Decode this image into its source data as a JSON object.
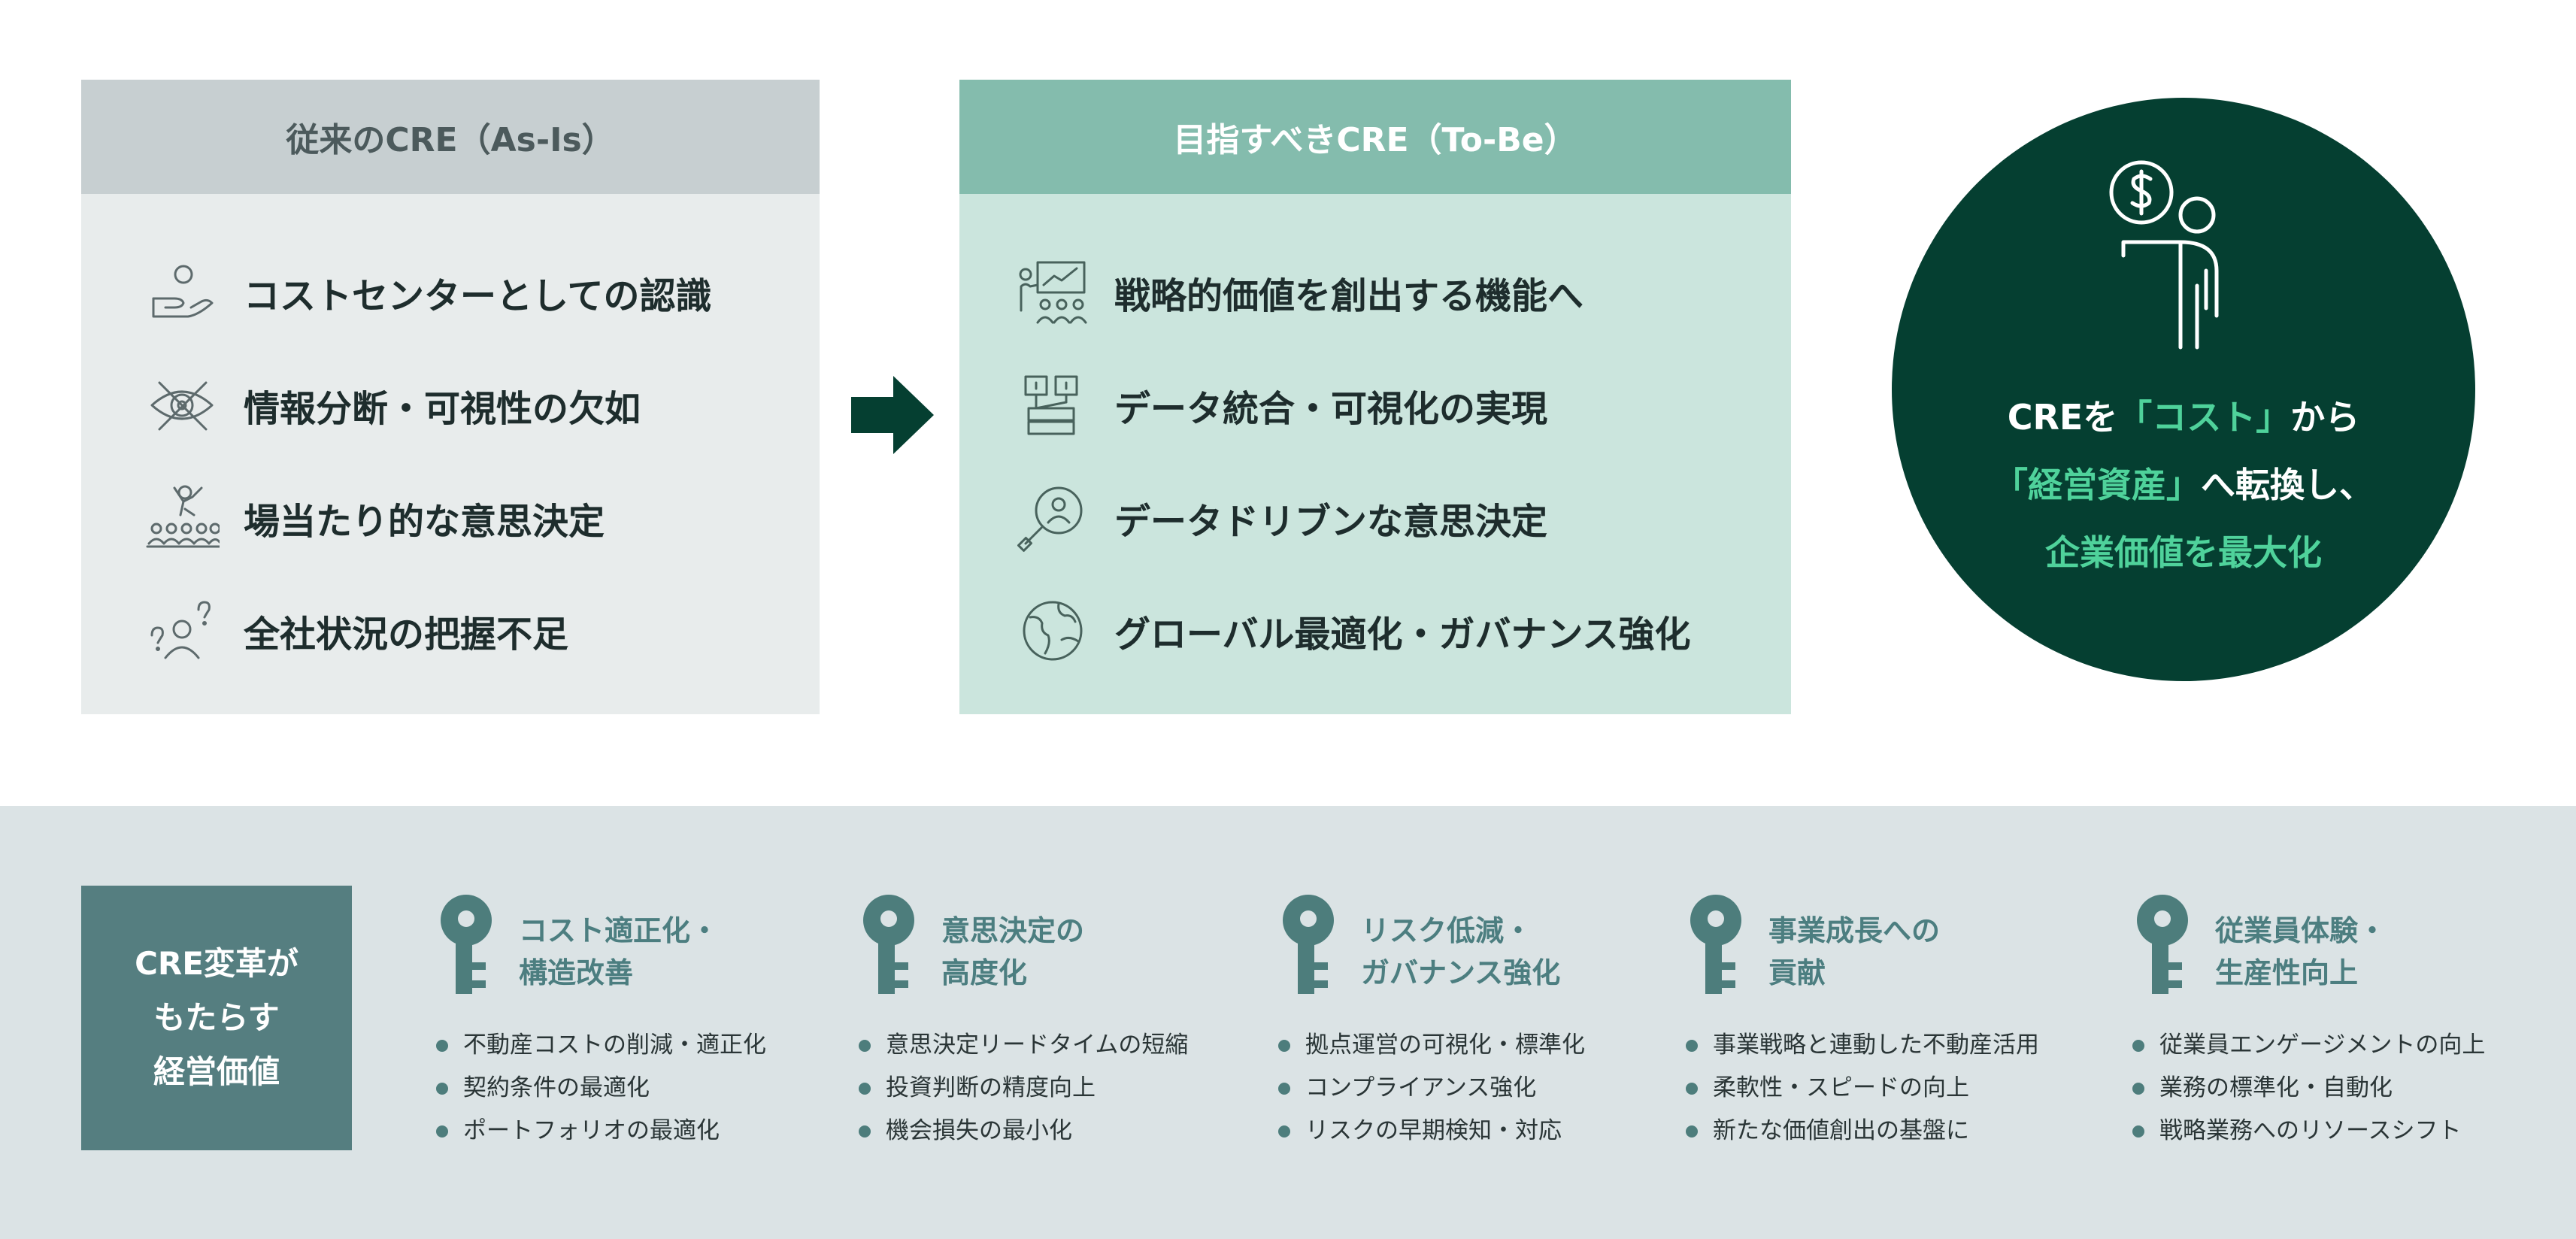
{
  "as_is": {
    "title": "従来のCRE（As-Is）",
    "items": [
      {
        "label": "コストセンターとしての認識",
        "icon": "hand-person-icon"
      },
      {
        "label": "情報分断・可視性の欠如",
        "icon": "eye-crossed-icon"
      },
      {
        "label": "場当たり的な意思決定",
        "icon": "audience-icon"
      },
      {
        "label": "全社状況の把握不足",
        "icon": "question-person-icon"
      }
    ]
  },
  "to_be": {
    "title": "目指すべきCRE（To-Be）",
    "items": [
      {
        "label": "戦略的価値を創出する機能へ",
        "icon": "presentation-icon"
      },
      {
        "label": "データ統合・可視化の実現",
        "icon": "data-integration-icon"
      },
      {
        "label": "データドリブンな意思決定",
        "icon": "magnifier-person-icon"
      },
      {
        "label": "グローバル最適化・ガバナンス強化",
        "icon": "globe-icon"
      }
    ]
  },
  "vision": {
    "line1_prefix": "CREを",
    "line1_highlight": "「コスト」",
    "line1_suffix": "から",
    "line2_highlight": "「経営資産」",
    "line2_suffix": "へ転換し、",
    "line3_highlight": "企業価値を最大化"
  },
  "value_badge": {
    "lines": [
      "CRE変革が",
      "もたらす",
      "経営価値"
    ]
  },
  "values": [
    {
      "title": [
        "コスト適正化・",
        "構造改善"
      ],
      "items": [
        "不動産コストの削減・適正化",
        "契約条件の最適化",
        "ポートフォリオの最適化"
      ]
    },
    {
      "title": [
        "意思決定の",
        "高度化"
      ],
      "items": [
        "意思決定リードタイムの短縮",
        "投資判断の精度向上",
        "機会損失の最小化"
      ]
    },
    {
      "title": [
        "リスク低減・",
        "ガバナンス強化"
      ],
      "items": [
        "拠点運営の可視化・標準化",
        "コンプライアンス強化",
        "リスクの早期検知・対応"
      ]
    },
    {
      "title": [
        "事業成長への",
        "貢献"
      ],
      "items": [
        "事業戦略と連動した不動産活用",
        "柔軟性・スピードの向上",
        "新たな価値創出の基盤に"
      ]
    },
    {
      "title": [
        "従業員体験・",
        "生産性向上"
      ],
      "items": [
        "従業員エンゲージメントの向上",
        "業務の標準化・自動化",
        "戦略業務へのリソースシフト"
      ]
    }
  ],
  "colors": {
    "as_is_header": "#c7cfd1",
    "to_be_header": "#84bcad",
    "vision_circle": "#053f31",
    "highlight": "#4fd29b",
    "key_icon": "#4d7d7c"
  }
}
